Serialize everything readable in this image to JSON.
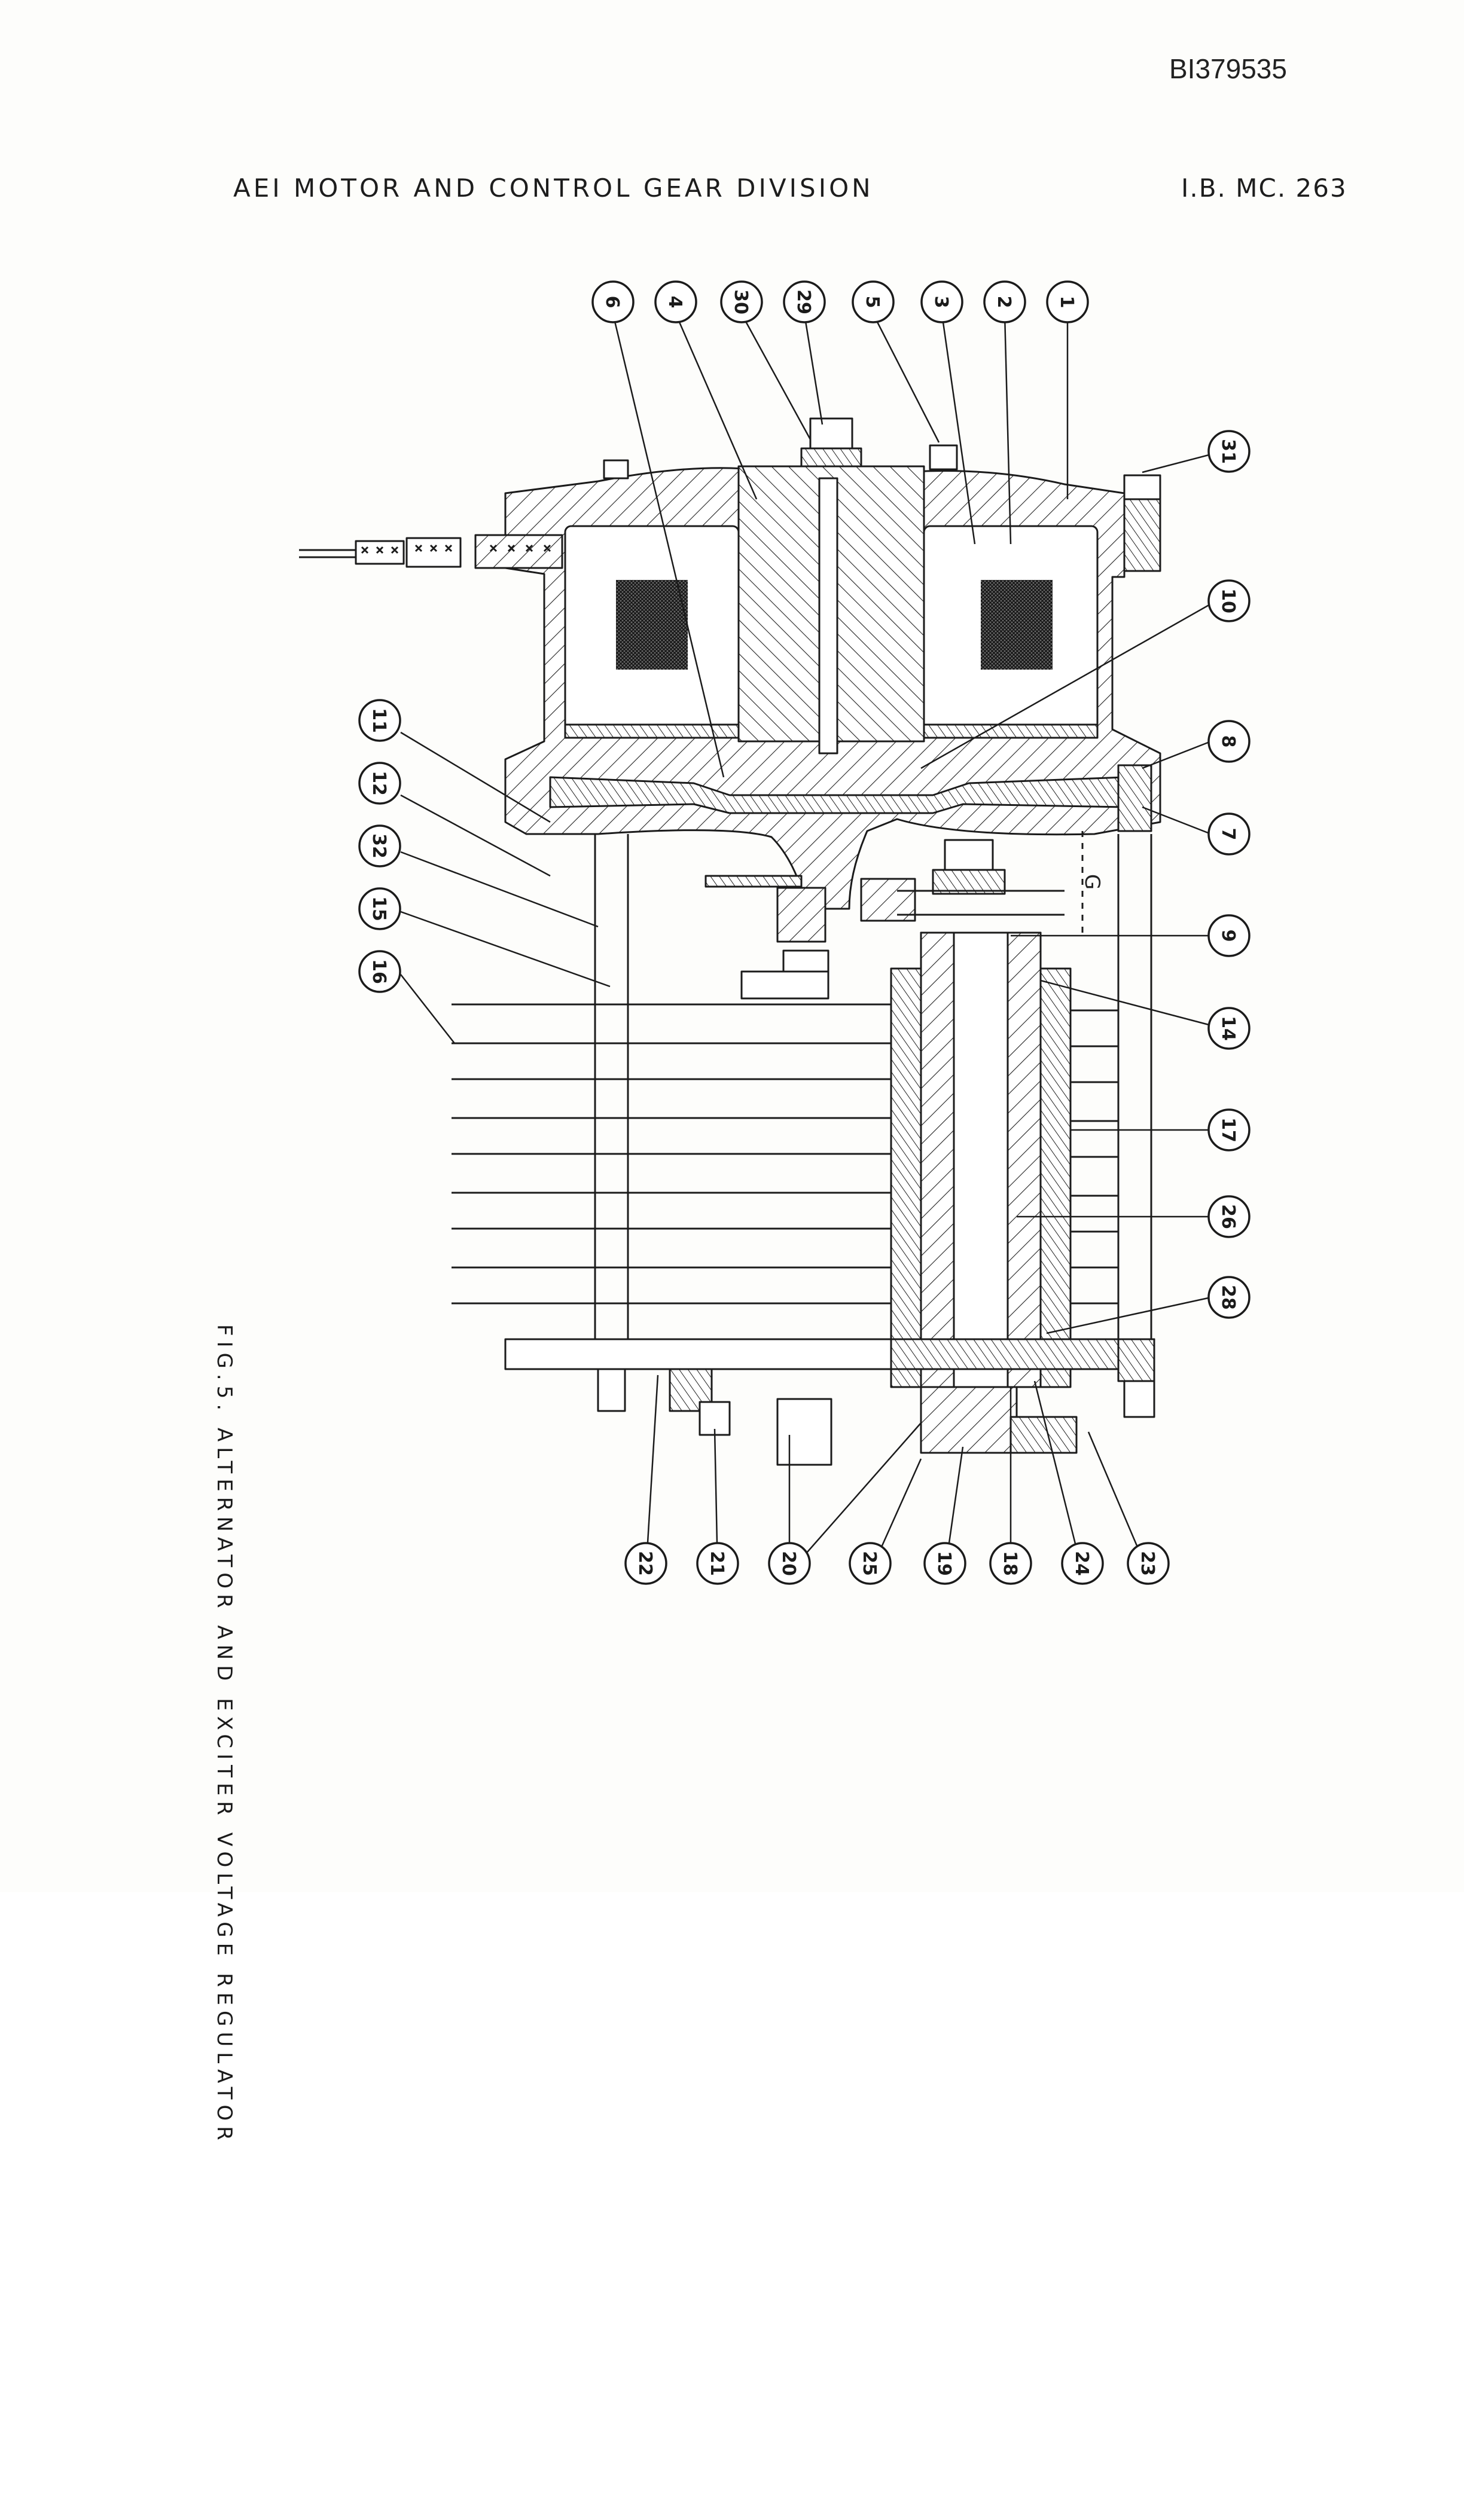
{
  "document": {
    "id": "BI379535",
    "header_left": "AEI  MOTOR  AND CONTROL  GEAR  DIVISION",
    "header_right": "I.B. MC. 263",
    "caption": "FIG.5.  ALTERNATOR  AND  EXCITER  VOLTAGE  REGULATOR"
  },
  "diagram": {
    "gap_label": "G",
    "callouts": [
      "6",
      "4",
      "30",
      "29",
      "5",
      "3",
      "2",
      "1",
      "31",
      "10",
      "8",
      "7",
      "9",
      "14",
      "17",
      "26",
      "28",
      "11",
      "12",
      "32",
      "15",
      "16",
      "22",
      "21",
      "20",
      "25",
      "19",
      "18",
      "24",
      "23"
    ]
  }
}
